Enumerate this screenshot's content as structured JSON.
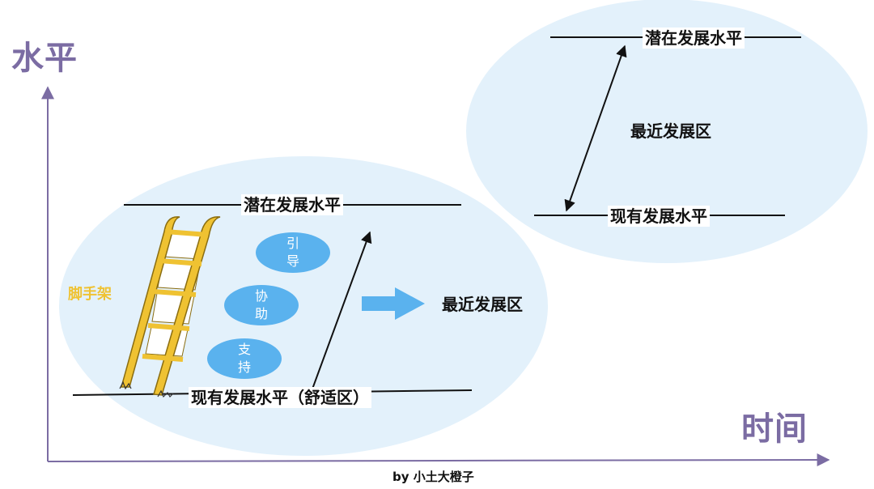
{
  "axes": {
    "y_title": "水平",
    "x_title": "时间"
  },
  "current_stage": {
    "potential_level": "潜在发展水平",
    "current_level": "现有发展水平（舒适区）",
    "zone_label": "最近发展区",
    "scaffold_label": "脚手架",
    "supports": [
      {
        "line1": "引",
        "line2": "导"
      },
      {
        "line1": "协",
        "line2": "助"
      },
      {
        "line1": "支",
        "line2": "持"
      }
    ]
  },
  "next_stage": {
    "potential_level": "潜在发展水平",
    "current_level": "现有发展水平",
    "zone_label": "最近发展区"
  },
  "credit": "by 小土大橙子",
  "colors": {
    "ellipse_fill": "#e3f1fb",
    "pill_fill": "#5ab2ee",
    "arrow_fill": "#5ab2ee",
    "axis_color": "#7b6ca3",
    "scaffold_color": "#efc232",
    "scaffold_dark": "#8a6d10",
    "line_color": "#111111"
  },
  "icons": [
    "ladder-icon",
    "right-arrow-icon",
    "double-arrow-icon"
  ]
}
